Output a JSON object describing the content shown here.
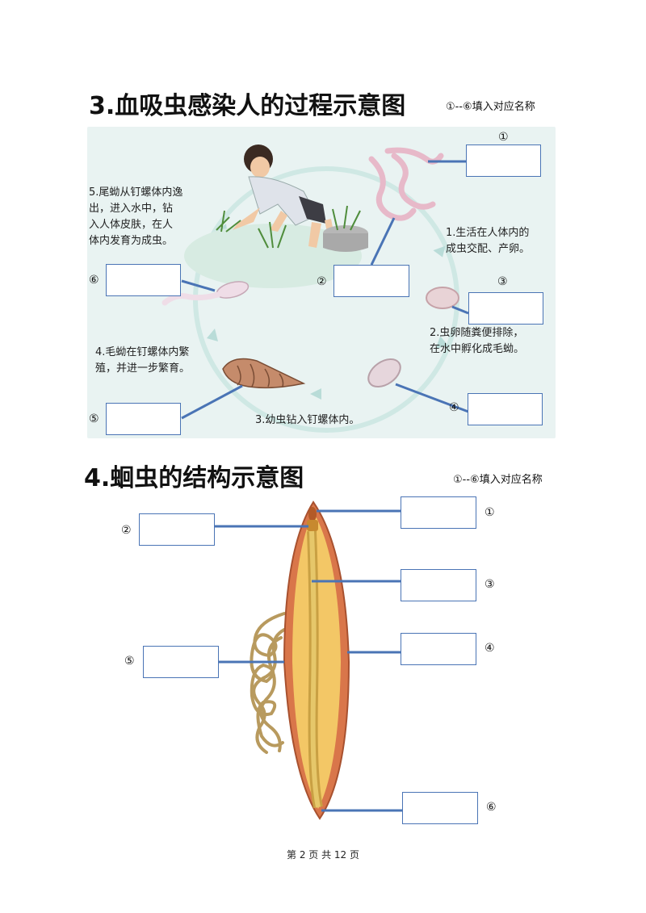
{
  "section3": {
    "title": "3.血吸虫感染人的过程示意图",
    "hint": "①--⑥填入对应名称",
    "steps": {
      "s1": "1.生活在人体内的\n成虫交配、产卵。",
      "s2": "2.虫卵随粪便排除，\n在水中孵化成毛蚴。",
      "s3": "3.幼虫钻入钉螺体内。",
      "s4": "4.毛蚴在钉螺体内繁\n殖，并进一步繁育。",
      "s5": "5.尾蚴从钉螺体内逸\n出，进入水中，钻\n入人体皮肤，在人\n体内发育为成虫。"
    },
    "labels": [
      "①",
      "②",
      "③",
      "④",
      "⑤",
      "⑥"
    ]
  },
  "section4": {
    "title": "4.蛔虫的结构示意图",
    "hint": "①--⑥填入对应名称",
    "labels": [
      "①",
      "②",
      "③",
      "④",
      "⑤",
      "⑥"
    ]
  },
  "footer": "第 2 页 共 12 页",
  "colors": {
    "box_border": "#4a74b5",
    "panel_bg": "#e9f3f2",
    "worm_outer": "#d9764a",
    "worm_inner": "#f3c766"
  }
}
